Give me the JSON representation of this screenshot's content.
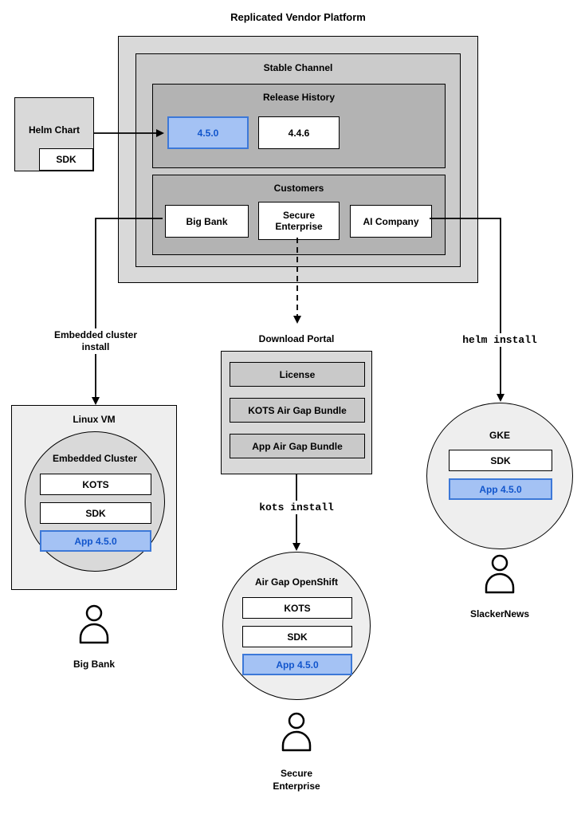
{
  "title": "Replicated Vendor Platform",
  "colors": {
    "highlight_fill": "#a4c2f4",
    "highlight_border": "#3c78d8",
    "highlight_text": "#1155cc",
    "container_gray": "#d9d9d9",
    "channel_gray": "#cbcbcb",
    "section_gray": "#b3b3b3",
    "bundle_gray": "#c9c9c9",
    "light_gray": "#eeeeee"
  },
  "stable_channel": {
    "title": "Stable Channel"
  },
  "release_history": {
    "title": "Release History",
    "current": "4.5.0",
    "previous": "4.4.6"
  },
  "customers": {
    "title": "Customers",
    "big_bank": "Big Bank",
    "secure_enterprise": "Secure Enterprise",
    "ai_company": "AI Company"
  },
  "helm_chart": {
    "title": "Helm Chart",
    "sdk": "SDK"
  },
  "embedded_flow": {
    "arrow_label": "Embedded cluster install",
    "vm_title": "Linux VM",
    "cluster_title": "Embedded Cluster",
    "components": {
      "kots": "KOTS",
      "sdk": "SDK",
      "app": "App 4.5.0"
    },
    "persona": "Big Bank"
  },
  "airgap_flow": {
    "portal_title": "Download Portal",
    "portal_items": {
      "license": "License",
      "kots_bundle": "KOTS Air Gap Bundle",
      "app_bundle": "App Air Gap Bundle"
    },
    "install_label": "kots install",
    "cluster_title": "Air Gap OpenShift",
    "components": {
      "kots": "KOTS",
      "sdk": "SDK",
      "app": "App 4.5.0"
    },
    "persona": "Secure Enterprise"
  },
  "helm_flow": {
    "install_label": "helm install",
    "cluster_title": "GKE",
    "components": {
      "sdk": "SDK",
      "app": "App 4.5.0"
    },
    "persona": "SlackerNews"
  }
}
